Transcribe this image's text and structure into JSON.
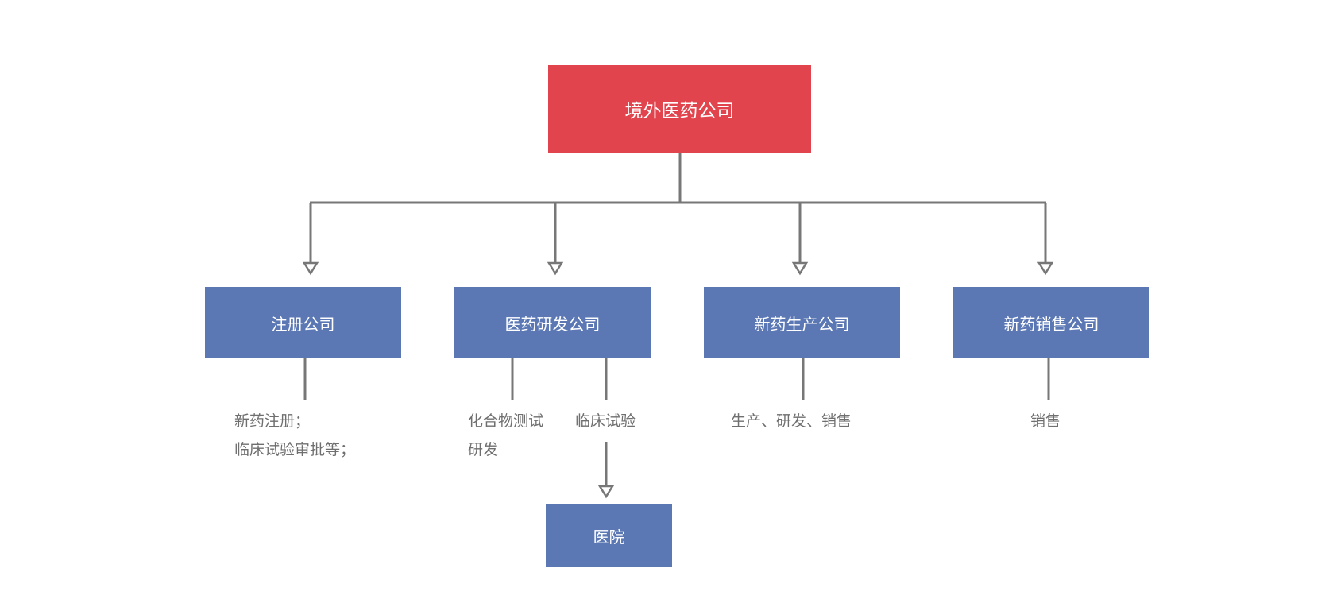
{
  "colors": {
    "root_fill": "#e2444e",
    "node_fill": "#5b78b4",
    "connector": "#777777",
    "description_text": "#6f6f6f",
    "node_text": "#ffffff"
  },
  "root": {
    "label": "境外医药公司"
  },
  "children": [
    {
      "label": "注册公司",
      "description": [
        "新药注册；",
        "临床试验审批等；"
      ]
    },
    {
      "label": "医药研发公司",
      "descriptions": [
        {
          "lines": [
            "化合物测试",
            "研发"
          ]
        },
        {
          "lines": [
            "临床试验"
          ]
        }
      ]
    },
    {
      "label": "新药生产公司",
      "description": [
        "生产、研发、销售"
      ]
    },
    {
      "label": "新药销售公司",
      "description": [
        "销售"
      ]
    }
  ],
  "hospital": {
    "label": "医院"
  }
}
